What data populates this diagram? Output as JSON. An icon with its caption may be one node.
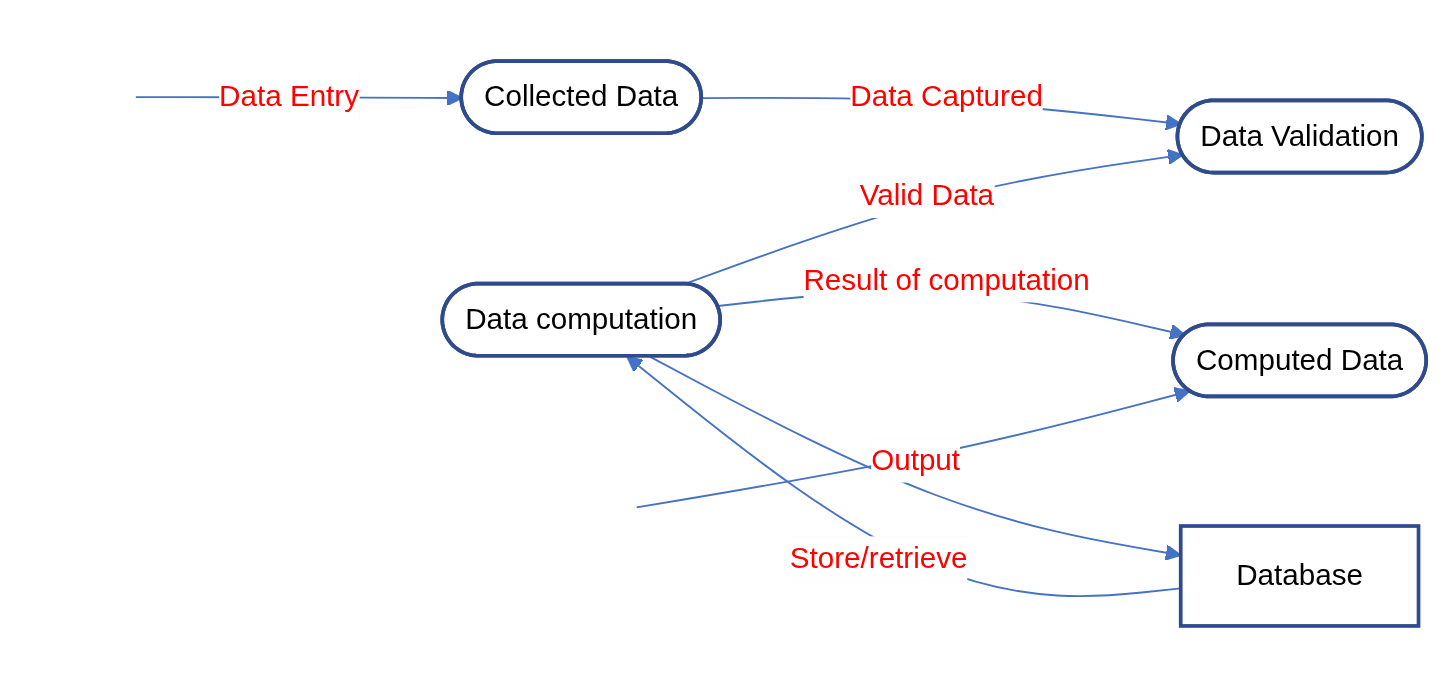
{
  "diagram": {
    "nodes": [
      {
        "text": [
          "Collected Data"
        ]
      },
      {
        "text": [
          "Data Validation"
        ]
      },
      {
        "text": [
          "Data computation"
        ]
      },
      {
        "text": [
          "Computed Data"
        ]
      },
      {
        "text": [
          "Database"
        ]
      }
    ],
    "edges": [
      {
        "from": null,
        "to": 0,
        "label": "Data Entry",
        "arrow": "to"
      },
      {
        "from": 0,
        "to": 1,
        "label": "Data Captured",
        "arrow": "to"
      },
      {
        "from": 2,
        "to": 1,
        "label": "Valid Data",
        "arrow": "to"
      },
      {
        "from": 2,
        "to": 3,
        "label": "Result of computation",
        "arrow": "to"
      },
      {
        "from": 2,
        "to": 4,
        "arrow": "to"
      },
      {
        "from": 4,
        "to": 2,
        "label": "Store/retrieve",
        "arrow": "to"
      },
      {
        "from": null,
        "to": 3,
        "label": "Output",
        "arrow": "to"
      }
    ]
  }
}
